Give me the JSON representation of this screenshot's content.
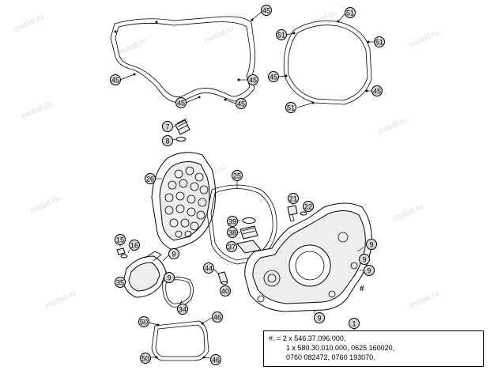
{
  "callouts": [
    {
      "id": "45a",
      "label": "45"
    },
    {
      "id": "45b",
      "label": "45"
    },
    {
      "id": "45c",
      "label": "45"
    },
    {
      "id": "45d",
      "label": "45"
    },
    {
      "id": "45e",
      "label": "45"
    },
    {
      "id": "51a",
      "label": "51"
    },
    {
      "id": "51b",
      "label": "51"
    },
    {
      "id": "51c",
      "label": "51"
    },
    {
      "id": "51d",
      "label": "51"
    },
    {
      "id": "45f",
      "label": "45"
    },
    {
      "id": "45g",
      "label": "45"
    },
    {
      "id": "7",
      "label": "7"
    },
    {
      "id": "8",
      "label": "8"
    },
    {
      "id": "26",
      "label": "26"
    },
    {
      "id": "25",
      "label": "25"
    },
    {
      "id": "21",
      "label": "21"
    },
    {
      "id": "22",
      "label": "22"
    },
    {
      "id": "39",
      "label": "39"
    },
    {
      "id": "38",
      "label": "38"
    },
    {
      "id": "37",
      "label": "37"
    },
    {
      "id": "15",
      "label": "15"
    },
    {
      "id": "16",
      "label": "16"
    },
    {
      "id": "9a",
      "label": "9"
    },
    {
      "id": "9b",
      "label": "9"
    },
    {
      "id": "9c",
      "label": "9"
    },
    {
      "id": "9d",
      "label": "9"
    },
    {
      "id": "9e",
      "label": "9"
    },
    {
      "id": "9f",
      "label": "9"
    },
    {
      "id": "35",
      "label": "35"
    },
    {
      "id": "44",
      "label": "44"
    },
    {
      "id": "40",
      "label": "40"
    },
    {
      "id": "34",
      "label": "34"
    },
    {
      "id": "50a",
      "label": "50"
    },
    {
      "id": "50b",
      "label": "50"
    },
    {
      "id": "46a",
      "label": "46"
    },
    {
      "id": "46b",
      "label": "46"
    },
    {
      "id": "1",
      "label": "1"
    }
  ],
  "hash_marker": "#",
  "watermark": "motod.ru",
  "note": {
    "line1": "#, = 2 x 546.37.096.000,",
    "line2": "1 x 580.30.010.000, 0625 160020,",
    "line3": "0760 082472, 0760 193070,"
  }
}
